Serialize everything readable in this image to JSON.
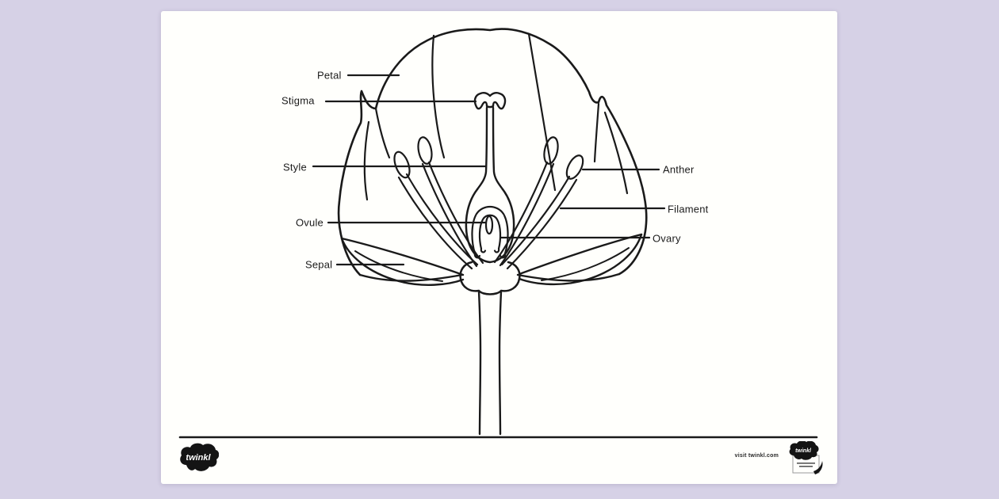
{
  "page": {
    "background_color": "#d6d1e6",
    "paper_color": "#fffffc",
    "line_color": "#1a1a1a"
  },
  "diagram": {
    "subject": "flower-parts-cross-section",
    "labels": [
      {
        "id": "petal",
        "text": "Petal"
      },
      {
        "id": "stigma",
        "text": "Stigma"
      },
      {
        "id": "style",
        "text": "Style"
      },
      {
        "id": "ovule",
        "text": "Ovule"
      },
      {
        "id": "sepal",
        "text": "Sepal"
      },
      {
        "id": "anther",
        "text": "Anther"
      },
      {
        "id": "filament",
        "text": "Filament"
      },
      {
        "id": "ovary",
        "text": "Ovary"
      }
    ]
  },
  "footer": {
    "brand_logo_text": "twinkl",
    "visit_text": "visit twinkl.com",
    "badge_logo_text": "twinkl"
  }
}
